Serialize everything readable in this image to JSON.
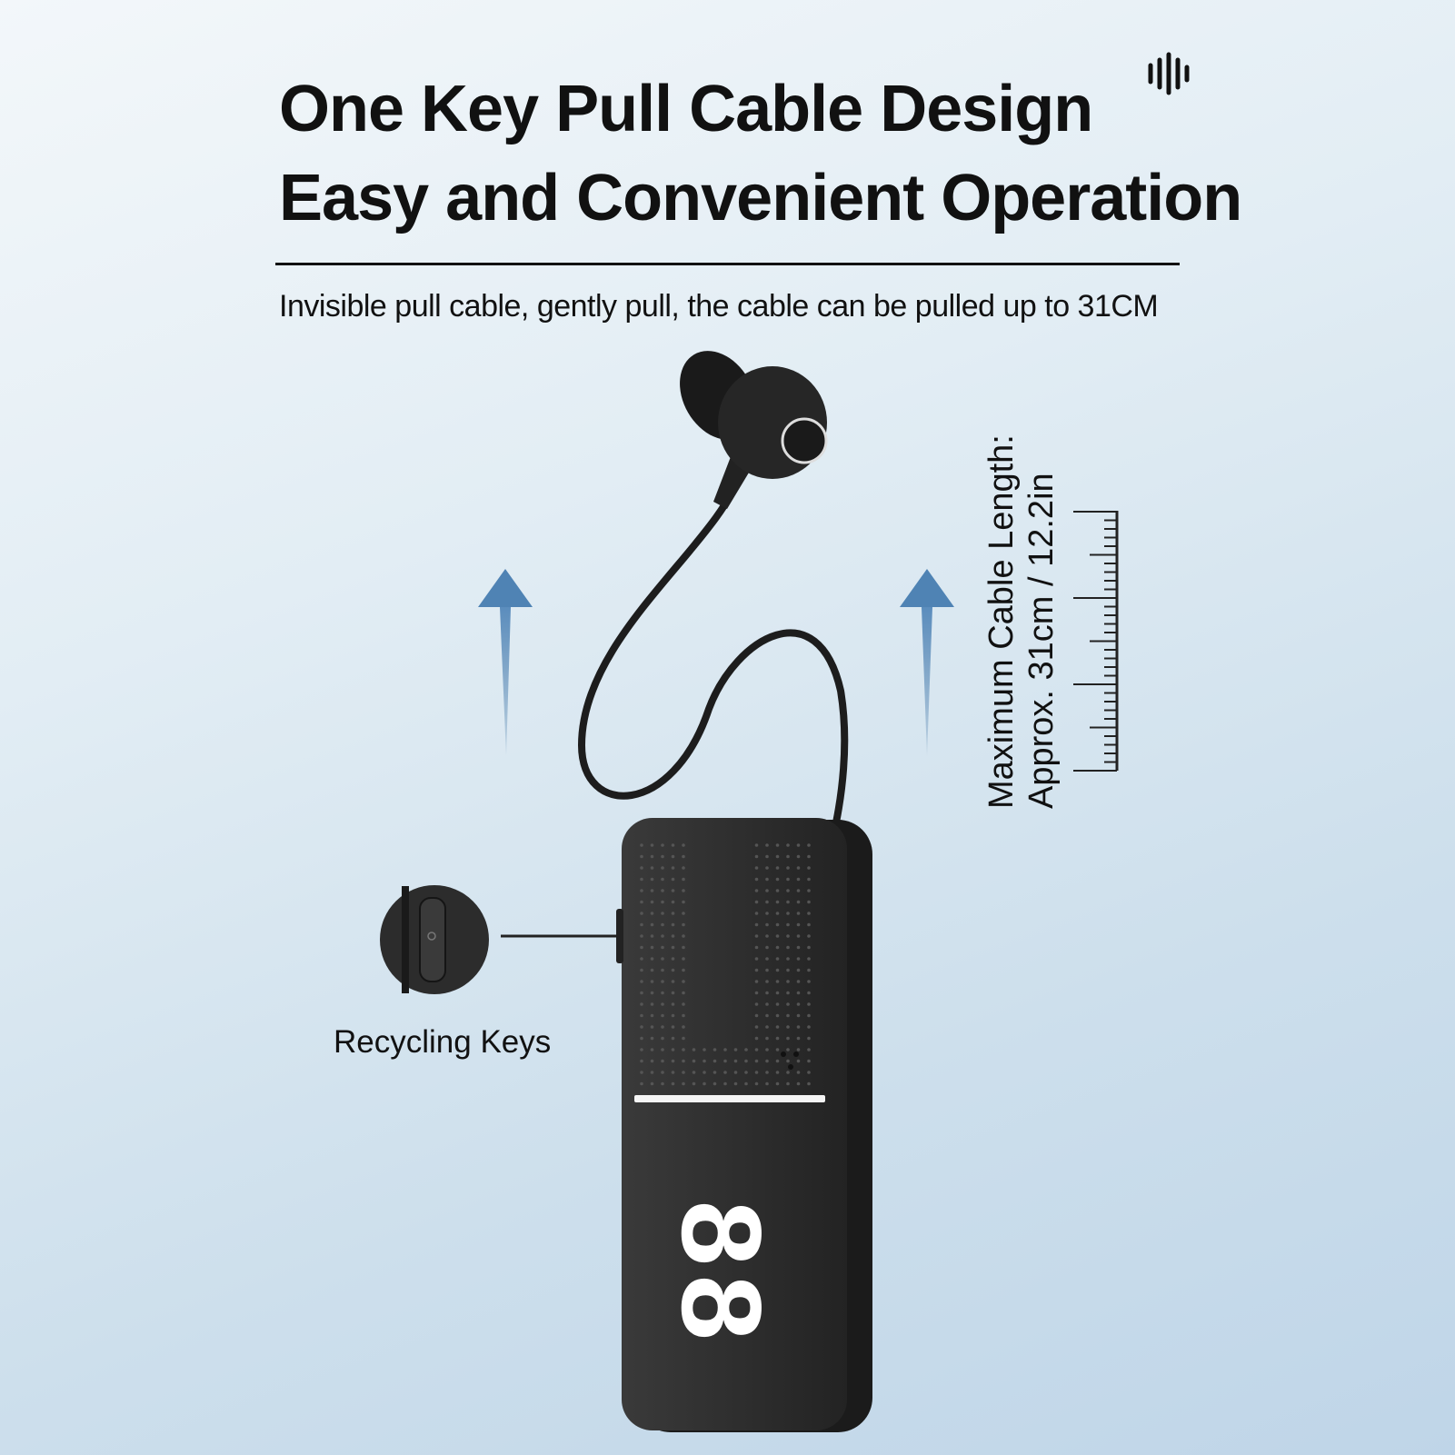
{
  "headline": {
    "line1": "One Key Pull Cable Design",
    "line2": "Easy and Convenient Operation"
  },
  "subtitle": "Invisible pull cable, gently pull, the cable can be pulled up to 31CM",
  "callout_label": "Recycling Keys",
  "cable_length": {
    "line1": "Maximum Cable Length:",
    "line2": "Approx. 31cm / 12.2in"
  },
  "display_digits": "88",
  "icons": [
    "sound-wave-icon",
    "up-arrow-icon",
    "ruler-icon"
  ],
  "colors": {
    "arrow": "#3f73a3",
    "device": "#2b2b2b",
    "text": "#111111"
  }
}
